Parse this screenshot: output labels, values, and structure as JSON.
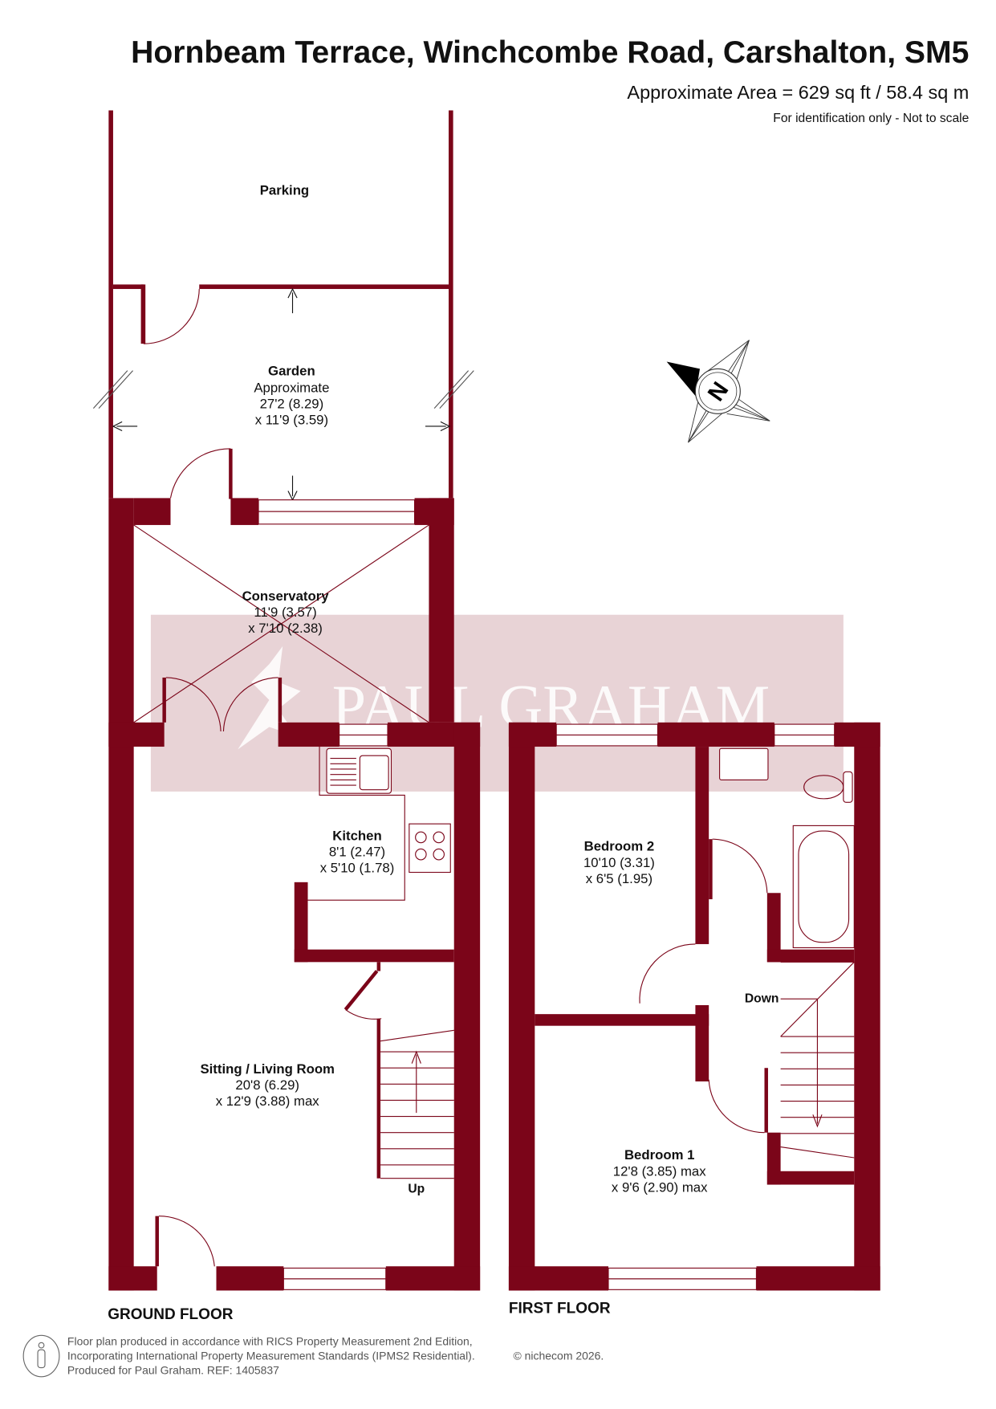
{
  "header": {
    "title": "Hornbeam Terrace, Winchcombe Road, Carshalton, SM5",
    "area": "Approximate Area = 629 sq ft / 58.4 sq m",
    "disclaimer": "For identification only - Not to scale"
  },
  "colors": {
    "wall": "#7b0519",
    "watermark": "#e8d3d6"
  },
  "watermark": {
    "text": "PAUL GRAHAM"
  },
  "compass": {
    "label": "N",
    "icon": "north-compass-icon"
  },
  "rooms": {
    "parking": {
      "name": "Parking"
    },
    "garden": {
      "name": "Garden",
      "line1": "Approximate",
      "line2": "27'2 (8.29)",
      "line3": "x 11'9 (3.59)"
    },
    "conservatory": {
      "name": "Conservatory",
      "line1": "11'9 (3.57)",
      "line2": "x 7'10 (2.38)"
    },
    "kitchen": {
      "name": "Kitchen",
      "line1": "8'1 (2.47)",
      "line2": "x 5'10 (1.78)"
    },
    "sitting": {
      "name": "Sitting / Living Room",
      "line1": "20'8 (6.29)",
      "line2": "x 12'9 (3.88) max"
    },
    "bedroom2": {
      "name": "Bedroom 2",
      "line1": "10'10 (3.31)",
      "line2": "x 6'5 (1.95)"
    },
    "bedroom1": {
      "name": "Bedroom 1",
      "line1": "12'8 (3.85) max",
      "line2": "x 9'6 (2.90) max"
    }
  },
  "stairs": {
    "up": "Up",
    "down": "Down"
  },
  "floors": {
    "ground": "GROUND FLOOR",
    "first": "FIRST FLOOR"
  },
  "footer": {
    "line1": "Floor plan produced in accordance with RICS Property Measurement 2nd Edition,",
    "line2": "Incorporating International Property Measurement Standards (IPMS2 Residential).",
    "copyright": "© nichecom 2026.",
    "line3": "Produced for Paul Graham.   REF: 1405837"
  }
}
